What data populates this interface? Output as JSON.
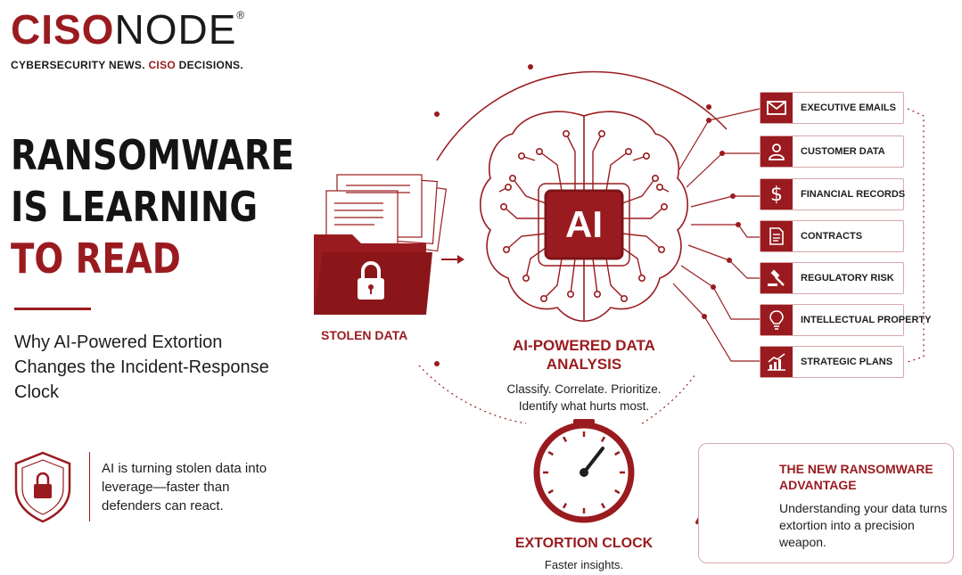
{
  "brand": {
    "logo_part1": "CISO",
    "logo_part2": "NODE",
    "registered": "®",
    "tagline_part1": "CYBERSECURITY NEWS. ",
    "tagline_part2": "CISO",
    "tagline_part3": " DECISIONS."
  },
  "headline": {
    "line1": "RANSOMWARE",
    "line2": "IS LEARNING",
    "line3": "TO READ"
  },
  "subheadline": "Why AI-Powered Extortion Changes the Incident-Response Clock",
  "note": "AI is turning stolen data into leverage—faster than defenders can react.",
  "stolen_data_label": "STOLEN DATA",
  "ai_badge": "AI",
  "analysis": {
    "title": "AI-POWERED DATA ANALYSIS",
    "subtitle": "Classify. Correlate. Prioritize. Identify what hurts most."
  },
  "clock": {
    "label": "EXTORTION CLOCK",
    "subtitle": "Faster insights."
  },
  "categories": [
    {
      "label": "EXECUTIVE EMAILS",
      "icon": "envelope-icon"
    },
    {
      "label": "CUSTOMER DATA",
      "icon": "person-icon"
    },
    {
      "label": "FINANCIAL RECORDS",
      "icon": "dollar-icon"
    },
    {
      "label": "CONTRACTS",
      "icon": "document-icon"
    },
    {
      "label": "REGULATORY RISK",
      "icon": "gavel-icon"
    },
    {
      "label": "INTELLECTUAL PROPERTY",
      "icon": "lightbulb-icon"
    },
    {
      "label": "STRATEGIC PLANS",
      "icon": "chart-icon"
    }
  ],
  "advantage": {
    "title": "THE NEW RANSOMWARE ADVANTAGE",
    "body": "Understanding your data turns extortion into a precision weapon."
  },
  "colors": {
    "accent": "#9a1b1f",
    "text": "#1e1e1e"
  }
}
